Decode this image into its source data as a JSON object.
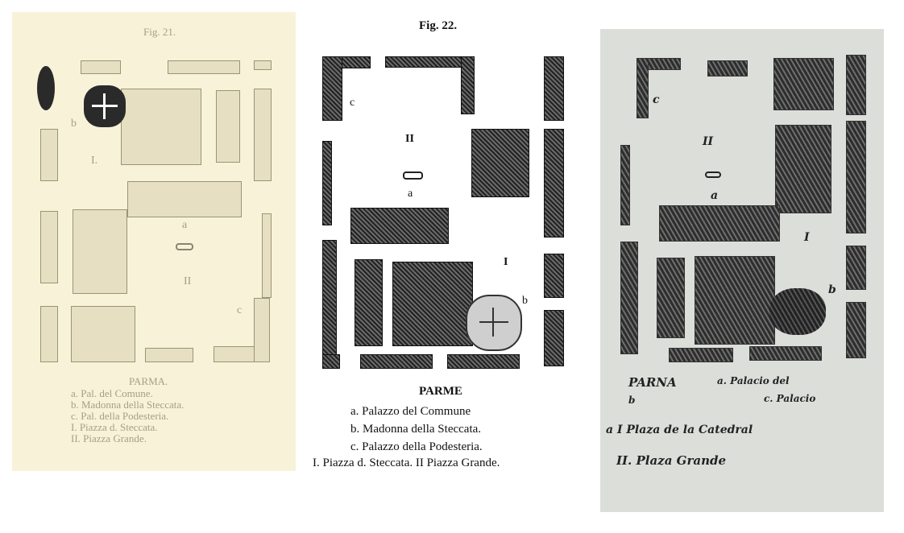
{
  "fig21": {
    "title": "Fig. 21.",
    "labels": {
      "a": "a",
      "b": "b",
      "c": "c",
      "I": "I.",
      "II": "II"
    },
    "legend": {
      "heading": "PARMA.",
      "items": [
        "a. Pal. del Comune.",
        "b. Madonna della Steccata.",
        "c. Pal. della Podesteria.",
        "I. Piazza d. Steccata.",
        "II. Piazza Grande."
      ]
    }
  },
  "fig22": {
    "title": "Fig. 22.",
    "labels": {
      "a": "a",
      "b": "b",
      "c": "c",
      "I": "I",
      "II": "II"
    },
    "legend": {
      "heading": "PARME",
      "items": [
        "a. Palazzo del Commune",
        "b. Madonna della Steccata.",
        "c. Palazzo della Podesteria."
      ],
      "squares": "I. Piazza d. Steccata. II Piazza Grande."
    }
  },
  "sketch": {
    "labels": {
      "a": "a",
      "b": "b",
      "c": "c",
      "I": "I",
      "II": "II"
    },
    "legend": {
      "heading": "PARNA",
      "a": "a. Palacio del",
      "b": "b",
      "c": "c. Palacio",
      "I": "a I Plaza de la Catedral",
      "II": "II. Plaza Grande"
    }
  },
  "colors": {
    "fig21_bg": "#f8f2d8",
    "sketch_bg": "#dcdeda",
    "ink": "#111111"
  }
}
